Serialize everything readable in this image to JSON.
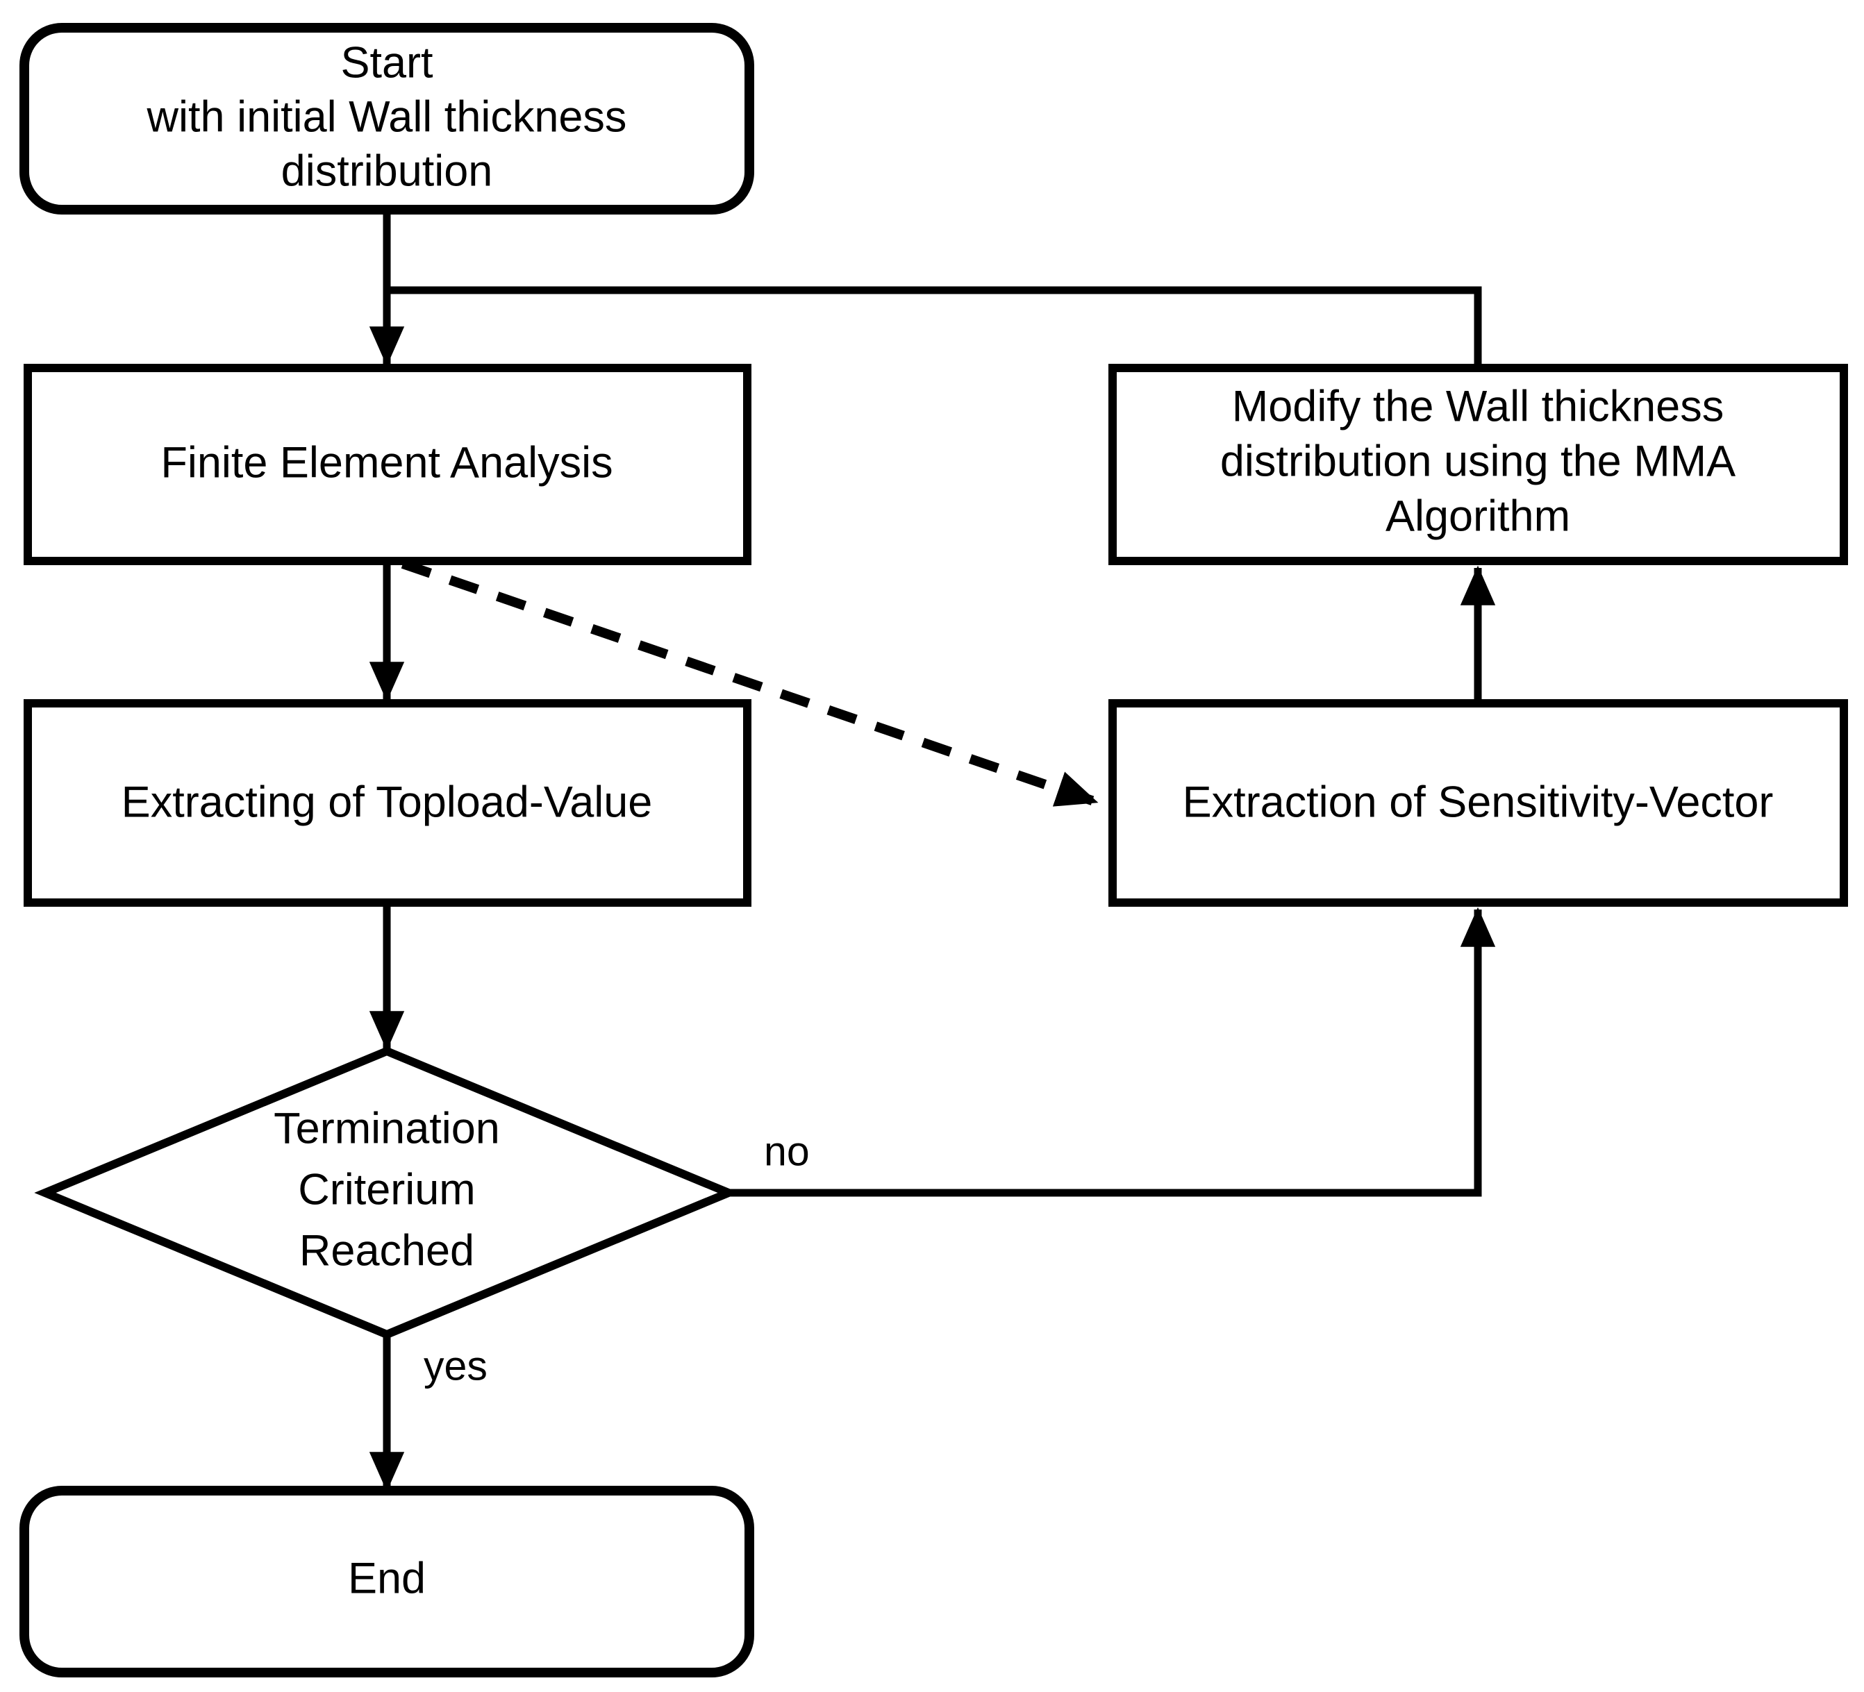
{
  "diagram": {
    "title": "Topology optimization workflow flowchart",
    "background_color": "#ffffff",
    "line_color": "#000000",
    "nodes": [
      {
        "id": "start",
        "shape": "rounded-rectangle",
        "lines": [
          "Start",
          "with initial Wall thickness",
          "distribution"
        ]
      },
      {
        "id": "fea",
        "shape": "rectangle",
        "lines": [
          "Finite Element Analysis"
        ]
      },
      {
        "id": "mma",
        "shape": "rectangle",
        "lines": [
          "Modify the Wall thickness",
          "distribution using the MMA",
          "Algorithm"
        ]
      },
      {
        "id": "topload",
        "shape": "rectangle",
        "lines": [
          "Extracting of Topload-Value"
        ]
      },
      {
        "id": "sensitivity",
        "shape": "rectangle",
        "lines": [
          "Extraction of  Sensitivity-Vector"
        ]
      },
      {
        "id": "decision",
        "shape": "diamond",
        "lines": [
          "Termination",
          "Criterium",
          "Reached"
        ]
      },
      {
        "id": "end",
        "shape": "rounded-rectangle",
        "lines": [
          "End"
        ]
      }
    ],
    "edge_labels": {
      "no": "no",
      "yes": "yes"
    },
    "node_text": {
      "start_line1": "Start",
      "start_line2": "with initial Wall thickness",
      "start_line3": "distribution",
      "fea_line1": "Finite Element Analysis",
      "mma_line1": "Modify the Wall thickness",
      "mma_line2": "distribution using the MMA",
      "mma_line3": "Algorithm",
      "topload_line1": "Extracting of Topload-Value",
      "sensitivity_line1": "Extraction of  Sensitivity-Vector",
      "decision_line1": "Termination",
      "decision_line2": "Criterium",
      "decision_line3": "Reached",
      "end_line1": "End"
    }
  }
}
